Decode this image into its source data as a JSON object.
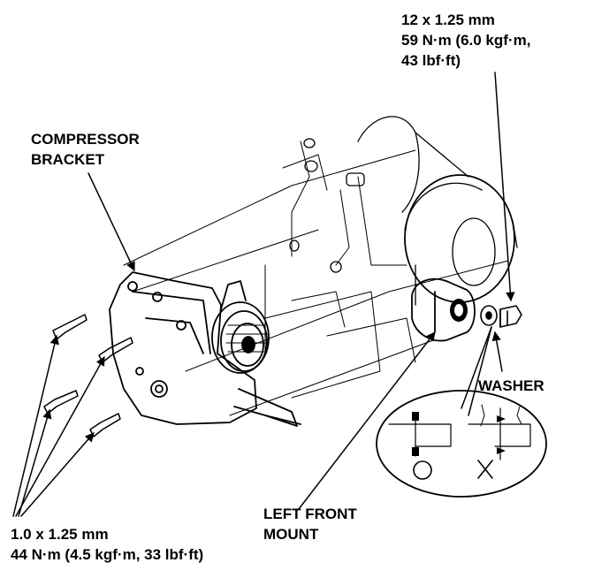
{
  "labels": {
    "compressor_bracket": [
      "COMPRESSOR",
      "BRACKET"
    ],
    "top_bolt_spec": [
      "12 x 1.25 mm",
      "59 N·m (6.0 kgf·m,",
      "43 lbf·ft)"
    ],
    "washer": "WASHER",
    "left_front_mount": [
      "LEFT FRONT",
      "MOUNT"
    ],
    "bracket_bolt_spec": [
      "1.0 x 1.25 mm",
      "44 N·m (4.5 kgf·m, 33 lbf·ft)"
    ]
  },
  "inset": {
    "correct_symbol": "○",
    "incorrect_symbol": "✕"
  },
  "colors": {
    "ink": "#000000",
    "paper": "#ffffff"
  }
}
